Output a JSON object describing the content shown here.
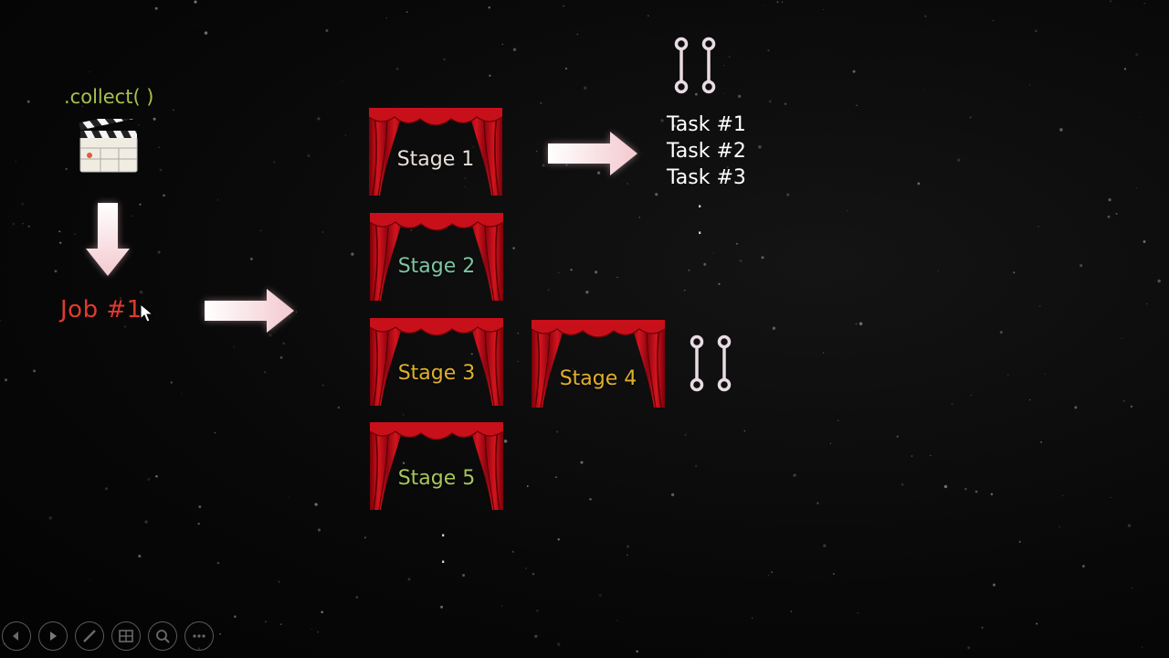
{
  "slide": {
    "code_label": ".collect( )",
    "job_label": "Job #1",
    "stages": [
      {
        "label": "Stage 1",
        "color": "#e8e0d8"
      },
      {
        "label": "Stage 2",
        "color": "#7fc3a2"
      },
      {
        "label": "Stage 3",
        "color": "#e0b02c"
      },
      {
        "label": "Stage 4",
        "color": "#e0b02c"
      },
      {
        "label": "Stage 5",
        "color": "#a8c65a"
      }
    ],
    "tasks": [
      "Task #1",
      "Task #2",
      "Task #3"
    ],
    "ellipsis_tasks": ".\n.",
    "ellipsis_stages": ".\n."
  },
  "icons": {
    "clapperboard": "clapperboard-icon",
    "pins": "pin-pair-icon",
    "cursor": "mouse-cursor-icon",
    "curtain": "theater-curtain-icon"
  },
  "toolbar": {
    "buttons": [
      {
        "name": "previous-slide-button",
        "icon": "chevron-left-icon"
      },
      {
        "name": "next-slide-button",
        "icon": "chevron-right-icon"
      },
      {
        "name": "pen-button",
        "icon": "pen-icon"
      },
      {
        "name": "slides-grid-button",
        "icon": "slides-icon"
      },
      {
        "name": "zoom-button",
        "icon": "search-icon"
      },
      {
        "name": "more-options-button",
        "icon": "more-icon"
      }
    ]
  },
  "colors": {
    "code_label": "#a6c14d",
    "job_label": "#e03a2e",
    "curtain_red": "#c8101a",
    "background": "#080808"
  }
}
